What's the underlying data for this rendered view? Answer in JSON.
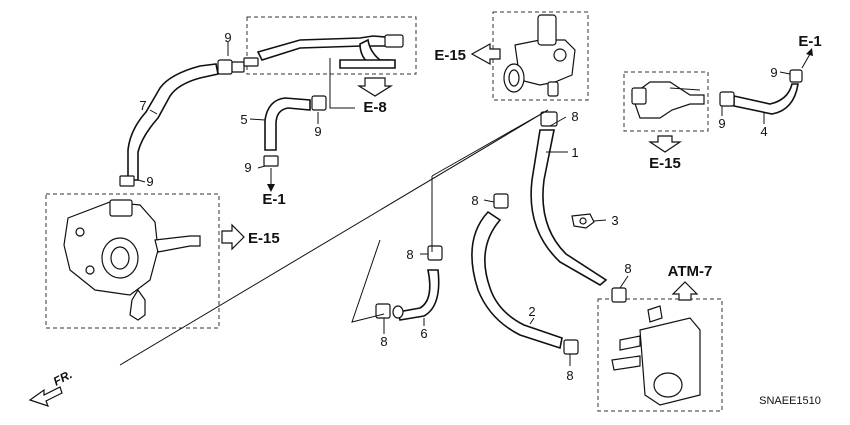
{
  "callouts": {
    "c9a": "9",
    "c7": "7",
    "c9b": "9",
    "c5": "5",
    "c9c": "9",
    "c9d": "9",
    "c1": "1",
    "c8a": "8",
    "c3": "3",
    "c8b": "8",
    "c8c": "8",
    "c6": "6",
    "c8d": "8",
    "c2": "2",
    "c8e": "8",
    "c8f": "8",
    "c9e": "9",
    "c4": "4",
    "c9f": "9"
  },
  "refs": {
    "e15_top": "E-15",
    "e8": "E-8",
    "e1_left": "E-1",
    "e15_left": "E-15",
    "e1_right": "E-1",
    "e15_right": "E-15",
    "atm7": "ATM-7"
  },
  "direction": "FR.",
  "diagram_code": "SNAEE1510"
}
